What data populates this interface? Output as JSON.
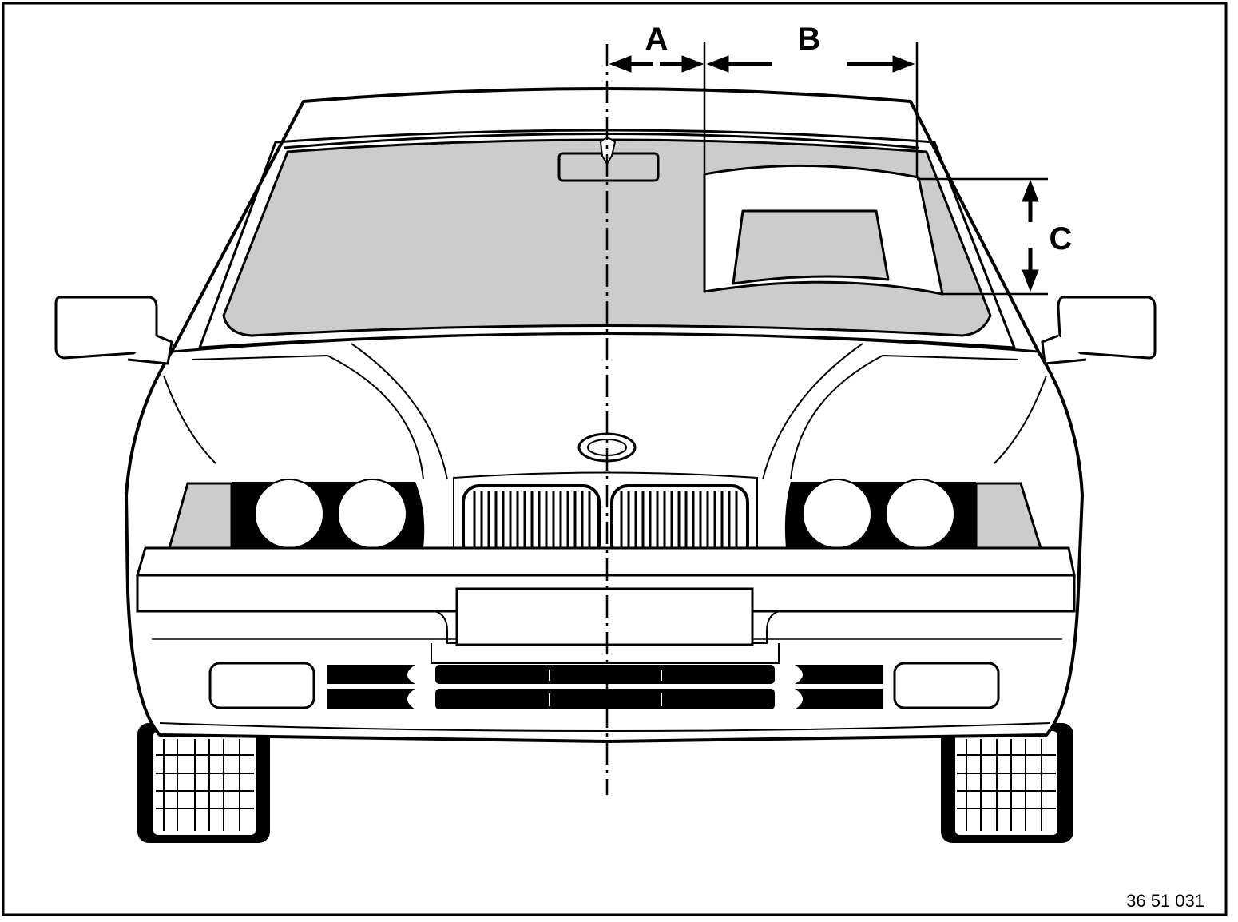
{
  "diagram": {
    "figure_code": "36 51 031",
    "dimension_labels": {
      "a": "A",
      "b": "B",
      "c": "C"
    },
    "colors": {
      "line": "#000000",
      "glass": "#cccccc",
      "background": "#ffffff"
    }
  }
}
